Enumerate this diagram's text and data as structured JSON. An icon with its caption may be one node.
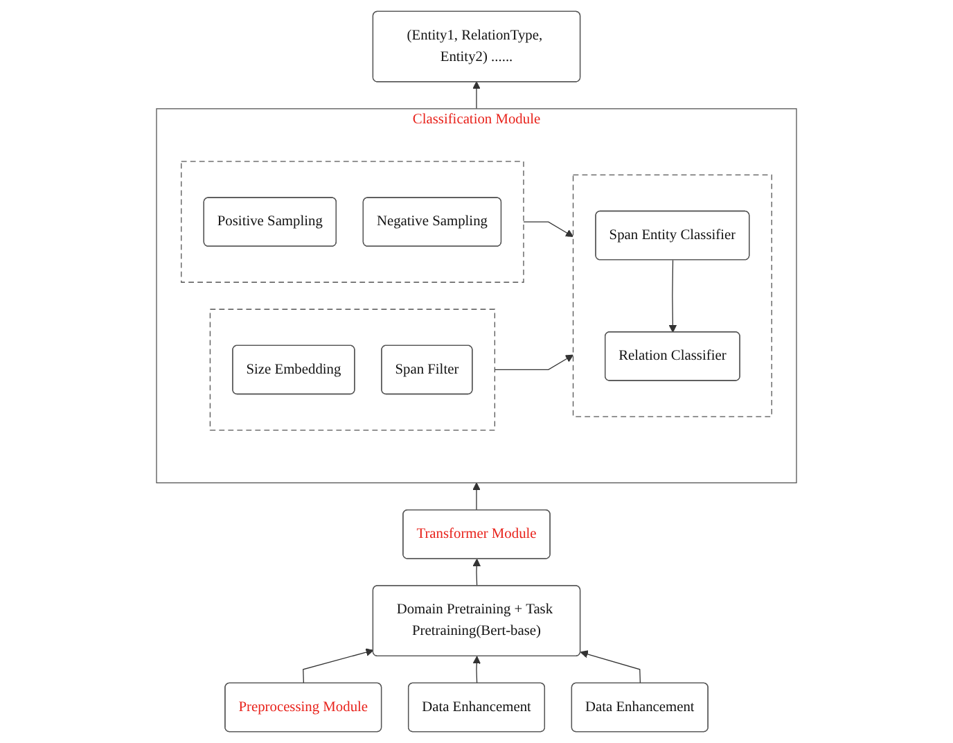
{
  "diagram": {
    "nodes": [
      {
        "text": [
          "(Entity1, RelationType, Entity2) ......"
        ]
      },
      {
        "text": [
          "Classification Module"
        ]
      },
      {
        "text": [],
        "shape": "box",
        "in": 1
      },
      {
        "text": [
          "Positive Sampling"
        ],
        "in": 2
      },
      {
        "text": [
          "Negative Sampling"
        ],
        "in": 2
      },
      {
        "text": [],
        "shape": "box",
        "in": 1
      },
      {
        "text": [
          "Relation Classifier"
        ],
        "in": 5
      },
      {
        "text": [
          "Span Entity Classifier"
        ],
        "in": 5
      },
      {
        "text": [],
        "shape": "box",
        "in": 1
      },
      {
        "text": [
          "Size Embedding"
        ],
        "in": 8
      },
      {
        "text": [
          "Span Filter"
        ],
        "in": 8
      },
      {
        "text": [
          "Transformer Module"
        ]
      },
      {
        "text": [
          "Domain Pretraining + Task Pretraining(Bert-base)"
        ]
      },
      {
        "text": [
          "Preprocessing Module"
        ]
      },
      {
        "text": [
          "Data Enhancement"
        ]
      },
      {
        "text": [
          "Data Enhancement"
        ]
      }
    ],
    "edges": [
      {
        "from": 1,
        "to": 0,
        "arrow": "to"
      },
      {
        "from": 2,
        "to": 5,
        "arrow": "to"
      },
      {
        "from": 8,
        "to": 5,
        "arrow": "to"
      },
      {
        "from": 7,
        "to": 6,
        "arrow": "to"
      },
      {
        "from": 11,
        "to": 1,
        "arrow": "to"
      },
      {
        "from": 12,
        "to": 11,
        "arrow": "to"
      },
      {
        "from": 13,
        "to": 12,
        "arrow": "to"
      },
      {
        "from": 14,
        "to": 12,
        "arrow": "to"
      },
      {
        "from": 15,
        "to": 12,
        "arrow": "to"
      }
    ]
  }
}
